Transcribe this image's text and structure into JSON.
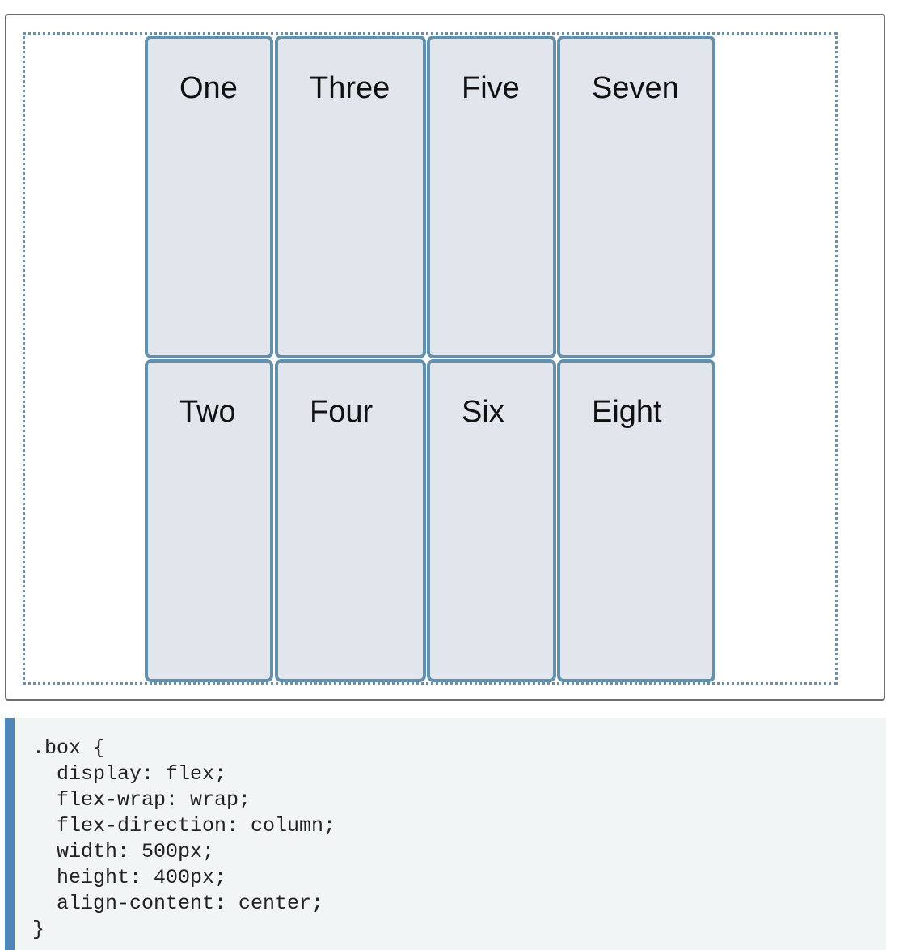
{
  "items": [
    {
      "label": "One"
    },
    {
      "label": "Two"
    },
    {
      "label": "Three"
    },
    {
      "label": "Four"
    },
    {
      "label": "Five"
    },
    {
      "label": "Six"
    },
    {
      "label": "Seven"
    },
    {
      "label": "Eight"
    }
  ],
  "code": {
    "lines": [
      ".box {",
      "  display: flex;",
      "  flex-wrap: wrap;",
      "  flex-direction: column;",
      "  width: 500px;",
      "  height: 400px;",
      "  align-content: center;",
      "}"
    ]
  },
  "colors": {
    "item_background": "#e1e6ec",
    "item_border": "#6390ad",
    "container_outline": "#6b8fa8",
    "code_background": "#f2f5f6",
    "code_accent": "#4f86b8"
  }
}
